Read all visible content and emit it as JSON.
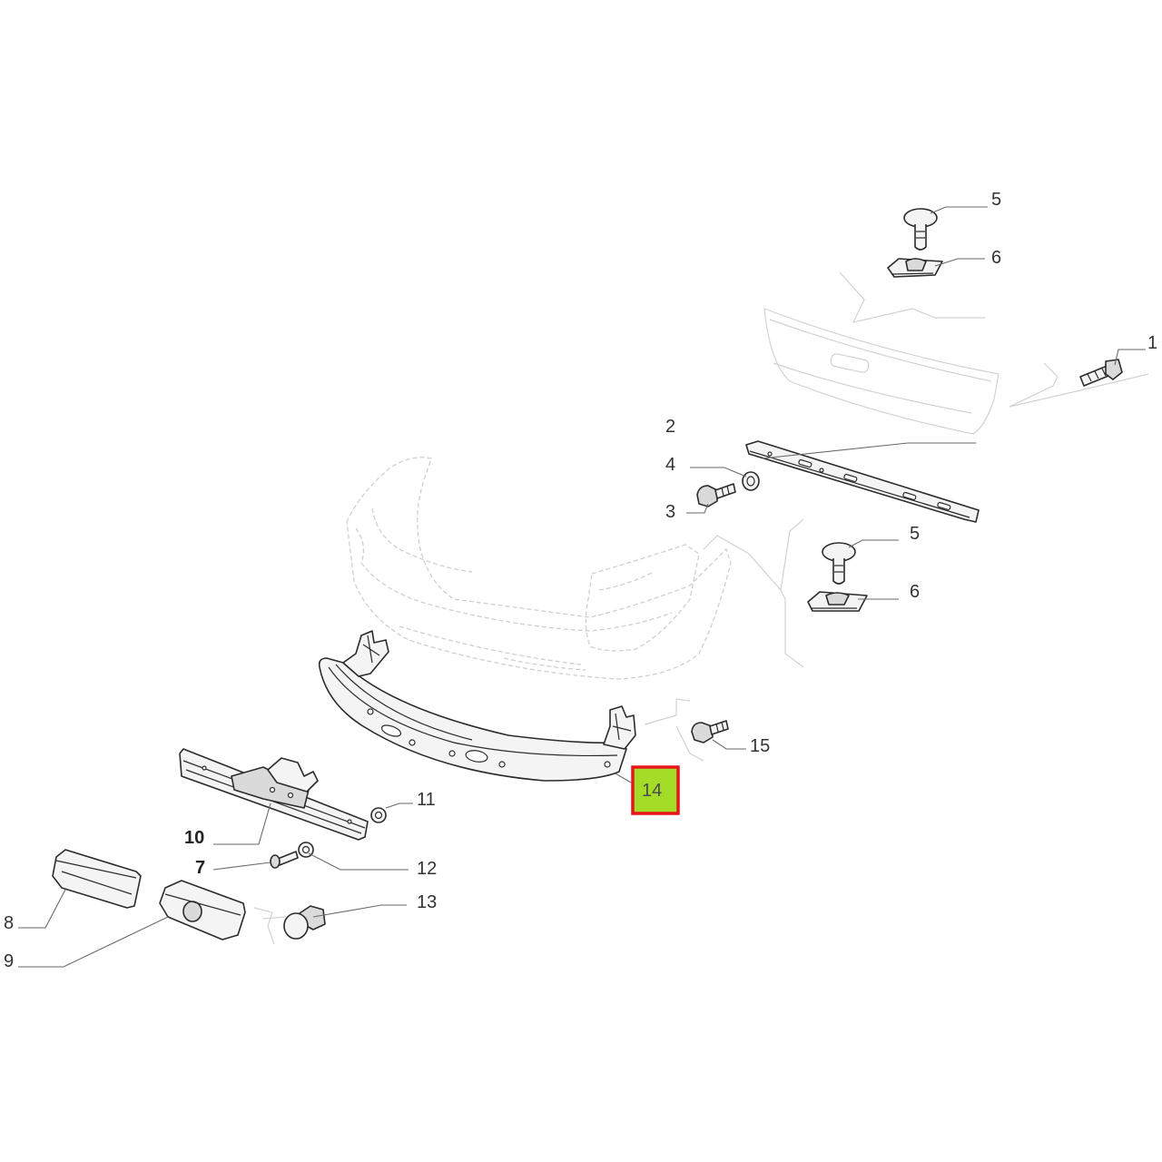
{
  "callouts": [
    {
      "id": "1",
      "label": "1"
    },
    {
      "id": "2",
      "label": "2"
    },
    {
      "id": "3",
      "label": "3"
    },
    {
      "id": "4",
      "label": "4"
    },
    {
      "id": "5a",
      "label": "5"
    },
    {
      "id": "6a",
      "label": "6"
    },
    {
      "id": "5b",
      "label": "5"
    },
    {
      "id": "6b",
      "label": "6"
    },
    {
      "id": "7",
      "label": "7"
    },
    {
      "id": "8",
      "label": "8"
    },
    {
      "id": "9",
      "label": "9"
    },
    {
      "id": "10",
      "label": "10"
    },
    {
      "id": "11",
      "label": "11"
    },
    {
      "id": "12",
      "label": "12"
    },
    {
      "id": "13",
      "label": "13"
    },
    {
      "id": "14",
      "label": "14"
    },
    {
      "id": "15",
      "label": "15"
    }
  ],
  "highlight": {
    "label": "14",
    "fill_color": "#a4dd28",
    "border_color": "#e8141c"
  },
  "parts": [
    {
      "ref": "1",
      "icon": "bolt-icon"
    },
    {
      "ref": "2",
      "icon": "reinforcement-bar-icon"
    },
    {
      "ref": "3",
      "icon": "bolt-icon"
    },
    {
      "ref": "4",
      "icon": "washer-icon"
    },
    {
      "ref": "5",
      "icon": "push-clip-icon"
    },
    {
      "ref": "6",
      "icon": "clip-nut-icon"
    },
    {
      "ref": "7",
      "icon": "screw-icon"
    },
    {
      "ref": "8",
      "icon": "cap-cover-icon"
    },
    {
      "ref": "9",
      "icon": "cap-cover-icon"
    },
    {
      "ref": "10",
      "icon": "bracket-beam-icon"
    },
    {
      "ref": "11",
      "icon": "washer-icon"
    },
    {
      "ref": "12",
      "icon": "washer-icon"
    },
    {
      "ref": "13",
      "icon": "grommet-icon"
    },
    {
      "ref": "14",
      "icon": "bumper-beam-icon"
    },
    {
      "ref": "15",
      "icon": "bolt-icon"
    }
  ]
}
